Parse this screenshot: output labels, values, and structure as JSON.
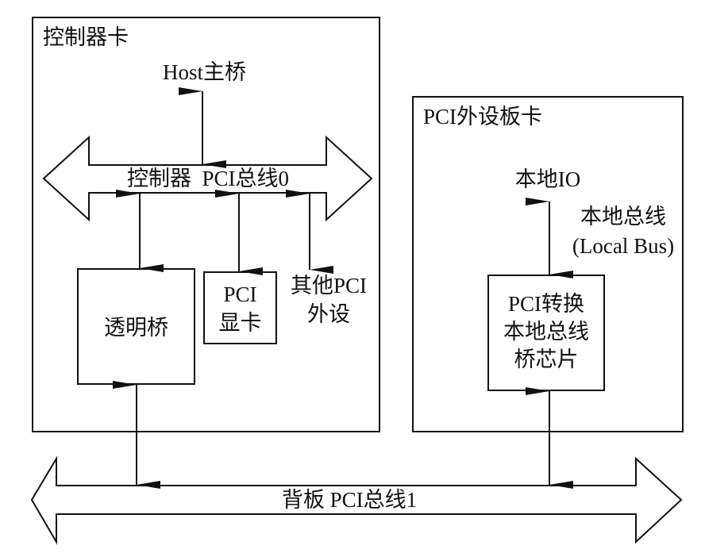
{
  "controller_card": {
    "title": "控制器卡",
    "host_bridge": "Host主桥",
    "bus0_label": "控制器  PCI总线0",
    "transparent_bridge": "透明桥",
    "pci_gpu_line1": "PCI",
    "pci_gpu_line2": "显卡",
    "other_pci_line1": "其他PCI",
    "other_pci_line2": "外设"
  },
  "pci_peripheral_card": {
    "title": "PCI外设板卡",
    "local_io": "本地IO",
    "local_bus_line1": "本地总线",
    "local_bus_line2": "(Local Bus)",
    "bridge_chip_line1": "PCI转换",
    "bridge_chip_line2": "本地总线",
    "bridge_chip_line3": "桥芯片"
  },
  "backplane": {
    "bus1_label": "背板 PCI总线1"
  },
  "colors": {
    "stroke": "#111111",
    "background": "#ffffff"
  }
}
